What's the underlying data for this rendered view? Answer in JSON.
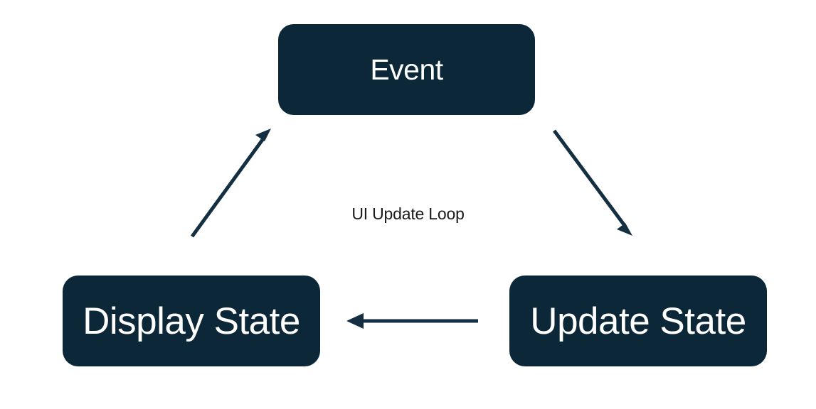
{
  "diagram": {
    "title": "UI Update Loop",
    "background_color": "#ffffff",
    "node_fill_color": "#0c2738",
    "node_text_color": "#ffffff",
    "arrow_color": "#132f41",
    "label_text_color": "#1a1a1a",
    "center_label": "UI Update Loop",
    "nodes": [
      {
        "id": "event",
        "label": "Event"
      },
      {
        "id": "update-state",
        "label": "Update State"
      },
      {
        "id": "display-state",
        "label": "Display State"
      }
    ],
    "edges": [
      {
        "id": "event-to-update-state",
        "from": "Event",
        "to": "Update State",
        "label": "",
        "direction": "down-right"
      },
      {
        "id": "update-state-to-display-state",
        "from": "Update State",
        "to": "Display State",
        "label": "",
        "direction": "left"
      },
      {
        "id": "display-state-to-event",
        "from": "Display State",
        "to": "Event",
        "label": "",
        "direction": "up-right"
      }
    ]
  }
}
